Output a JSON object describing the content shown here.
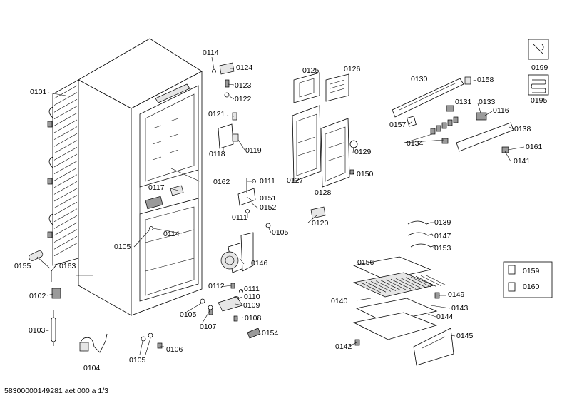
{
  "labels": {
    "l0101": "0101",
    "l0102": "0102",
    "l0103": "0103",
    "l0104": "0104",
    "l0105a": "0105",
    "l0105b": "0105",
    "l0105c": "0105",
    "l0105d": "0105",
    "l0106": "0106",
    "l0107": "0107",
    "l0108": "0108",
    "l0109": "0109",
    "l0110": "0110",
    "l0111a": "0111",
    "l0111b": "0111",
    "l0111c": "0111",
    "l0112": "0112",
    "l0114a": "0114",
    "l0114b": "0114",
    "l0116": "0116",
    "l0117": "0117",
    "l0118": "0118",
    "l0119": "0119",
    "l0120": "0120",
    "l0121": "0121",
    "l0122": "0122",
    "l0123": "0123",
    "l0124": "0124",
    "l0125": "0125",
    "l0126": "0126",
    "l0127": "0127",
    "l0128": "0128",
    "l0129": "0129",
    "l0130": "0130",
    "l0131": "0131",
    "l0133": "0133",
    "l0134": "0134",
    "l0138": "0138",
    "l0139": "0139",
    "l0140": "0140",
    "l0141": "0141",
    "l0142": "0142",
    "l0143": "0143",
    "l0144": "0144",
    "l0145": "0145",
    "l0146": "0146",
    "l0147": "0147",
    "l0149": "0149",
    "l0150": "0150",
    "l0151": "0151",
    "l0152": "0152",
    "l0153": "0153",
    "l0154": "0154",
    "l0155": "0155",
    "l0156": "0156",
    "l0157": "0157",
    "l0158": "0158",
    "l0159": "0159",
    "l0160": "0160",
    "l0161": "0161",
    "l0162": "0162",
    "l0163": "0163",
    "l0195": "0195",
    "l0199": "0199"
  },
  "footer": "58300000149281 aet 000 a 1/3",
  "icons": [
    "tools-icon",
    "coil-icon"
  ]
}
